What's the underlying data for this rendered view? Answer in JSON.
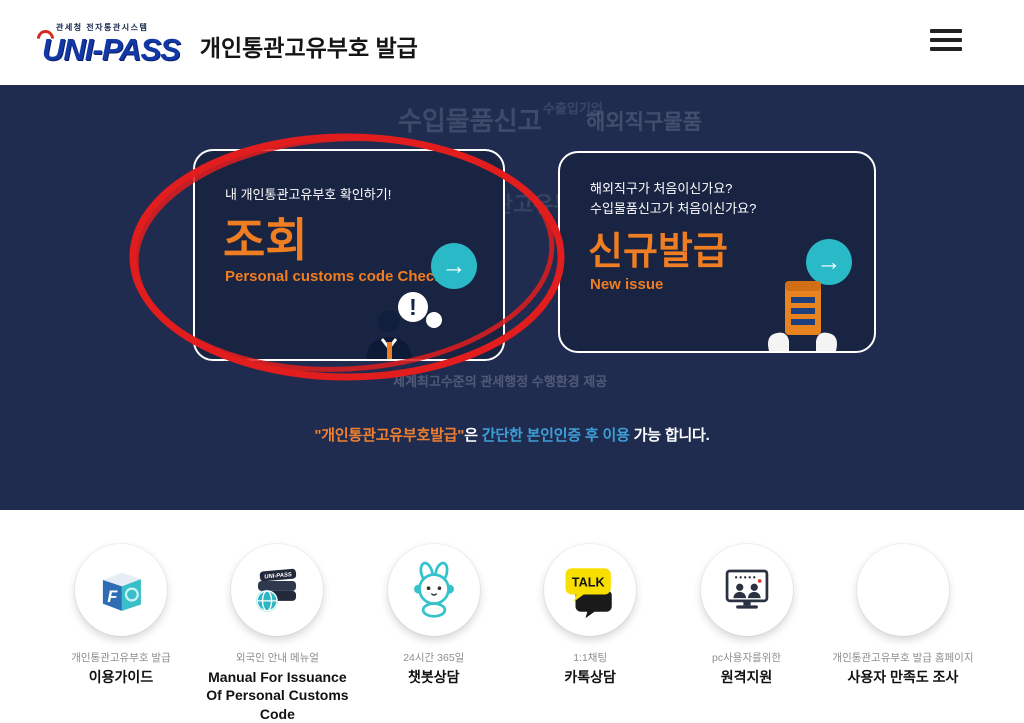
{
  "header": {
    "logo_small": "관세청 전자통관시스템",
    "logo": "UNI-PASS",
    "title": "개인통관고유부호 발급"
  },
  "hero": {
    "watermarks": {
      "w1": "수입물품신고",
      "w2": "수출입기업",
      "w3": "해외직구물품",
      "w4": "개인통관고유부호",
      "w5": "세계최고수준의 관세행정 수행환경 제공"
    },
    "check_card": {
      "subtitle": "내 개인통관고유부호 확인하기!",
      "title": "조회",
      "subtitle_en": "Personal customs code Check",
      "arrow": "→"
    },
    "new_card": {
      "subtitle1": "해외직구가 처음이신가요?",
      "subtitle2": "수입물품신고가 처음이신가요?",
      "title": "신규발급",
      "subtitle_en": "New issue",
      "arrow": "→"
    },
    "notice": {
      "highlight_orange": "\"개인통관고유부호발급\"",
      "mid": "은 ",
      "highlight_blue": "간단한 본인인증 후 이용",
      "tail": " 가능 합니다."
    }
  },
  "footer": {
    "items": [
      {
        "caption": "개인통관고유부호 발급",
        "label": "이용가이드"
      },
      {
        "caption": "외국인 안내 메뉴얼",
        "label": "Manual For Issuance Of Personal Customs Code"
      },
      {
        "caption": "24시간 365일",
        "label": "챗봇상담"
      },
      {
        "caption": "1:1채팅",
        "label": "카톡상담"
      },
      {
        "caption": "pc사용자를위한",
        "label": "원격지원"
      },
      {
        "caption": "개인통관고유부호 발급 홈페이지",
        "label": "사용자 만족도 조사"
      }
    ],
    "icon_texts": {
      "guide_letter": "F",
      "manual_logo": "UNI-PASS",
      "kakao": "TALK"
    }
  },
  "colors": {
    "navy": "#1f2c50",
    "orange": "#ef7d22",
    "cyan": "#29b9c7",
    "notice_blue": "#3e9fd8",
    "annotation_red": "#e11d1d"
  }
}
